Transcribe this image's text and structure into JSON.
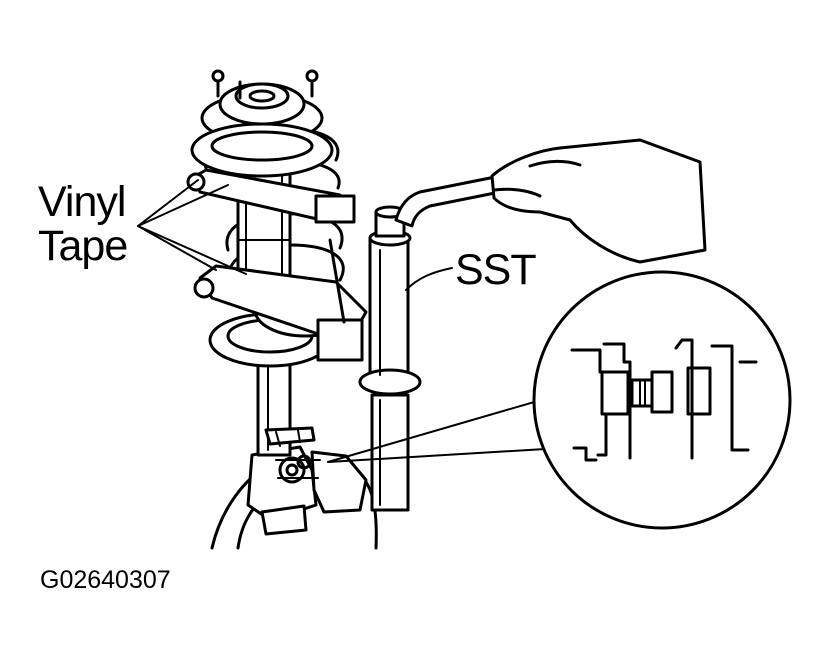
{
  "labels": {
    "vinyl_line1": "Vinyl",
    "vinyl_line2": "Tape",
    "sst": "SST",
    "figure_code": "G02640307"
  },
  "colors": {
    "ink": "#000000",
    "paper": "#ffffff"
  }
}
